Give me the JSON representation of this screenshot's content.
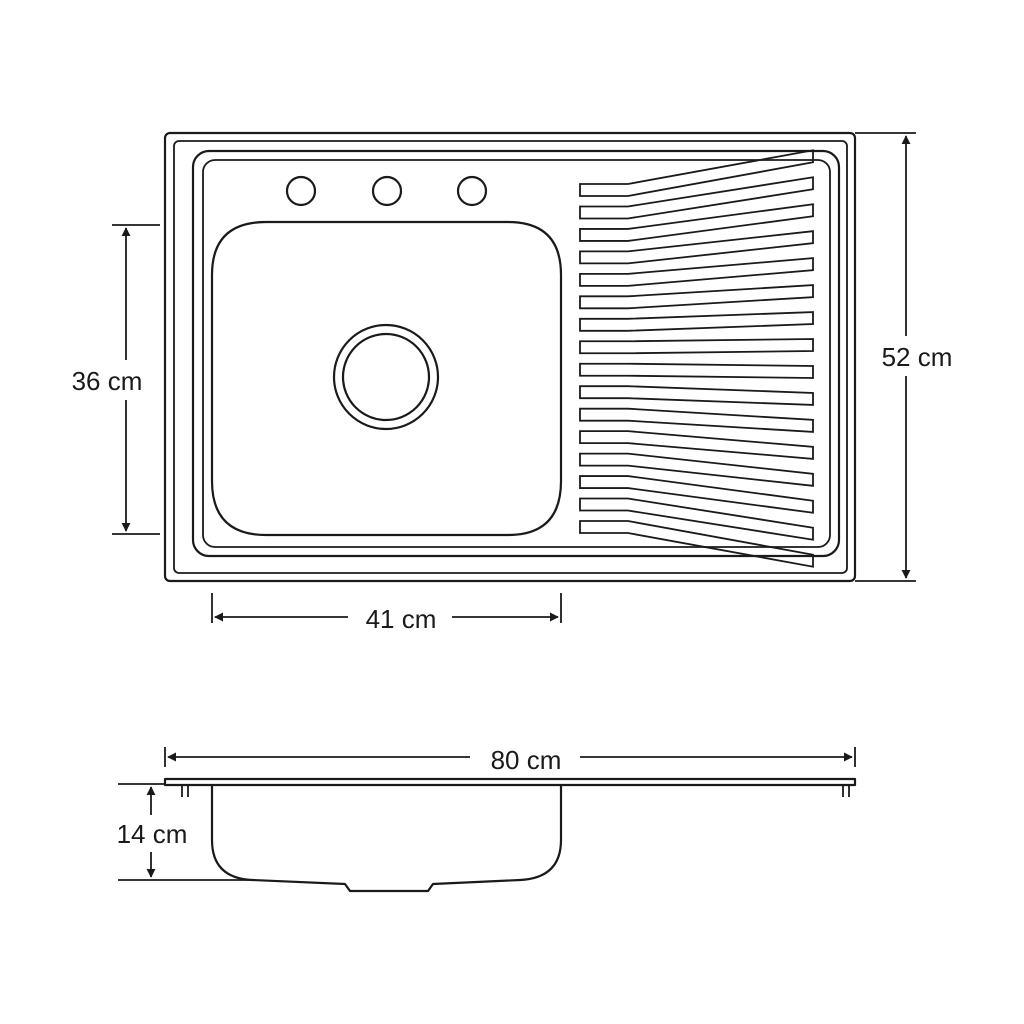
{
  "top_view": {
    "overall_height": "52 cm",
    "bowl_height": "36 cm",
    "bowl_width": "41 cm"
  },
  "side_view": {
    "overall_width": "80 cm",
    "depth": "14 cm"
  }
}
